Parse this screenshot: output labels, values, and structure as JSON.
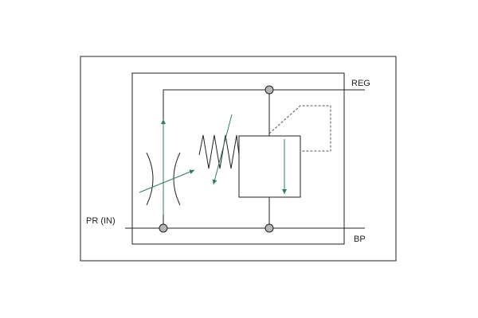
{
  "labels": {
    "reg": "REG",
    "pr_in": "PR (IN)",
    "bp": "BP"
  },
  "colors": {
    "line": "#222222",
    "arrow": "#2f7f5f",
    "node_fill": "#b5b5b5",
    "dashed": "#555555",
    "background": "#ffffff"
  }
}
